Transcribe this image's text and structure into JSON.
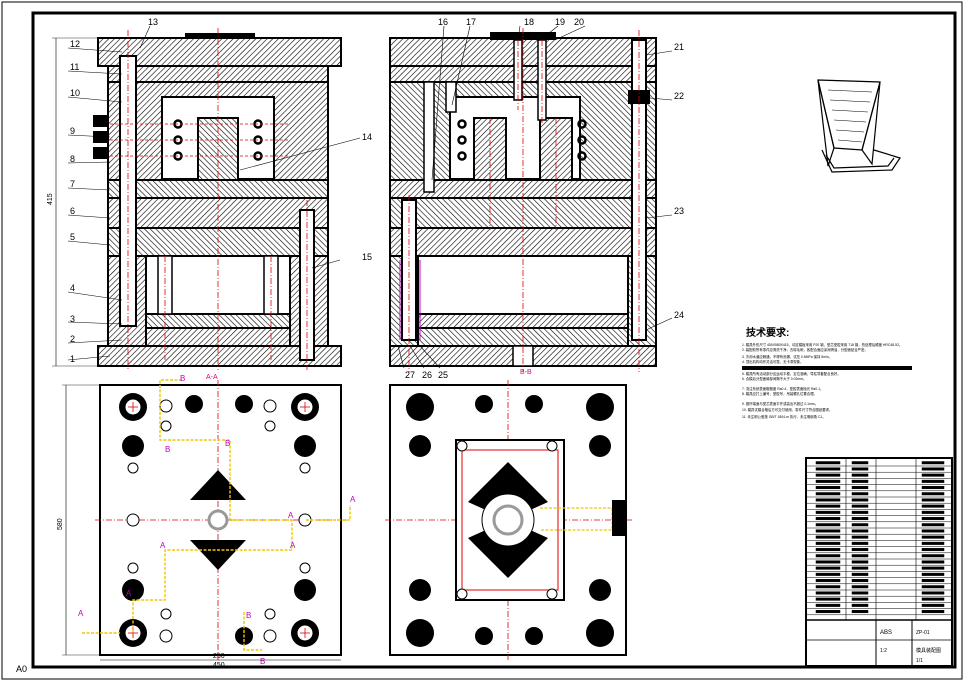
{
  "part_numbers_left": [
    "1",
    "2",
    "3",
    "4",
    "5",
    "6",
    "7",
    "8",
    "9",
    "10",
    "11",
    "12",
    "13"
  ],
  "part_numbers_top": [
    "14",
    "15",
    "16",
    "17",
    "18",
    "19",
    "20",
    "21",
    "22",
    "23",
    "24",
    "25",
    "26",
    "27"
  ],
  "section_labels": {
    "aa": "A-A",
    "bb": "B-B"
  },
  "plan_marks": {
    "a": "A",
    "b": "B"
  },
  "dimensions": {
    "height": "415",
    "width": "580",
    "bottom_width": "450",
    "bottom_width2": "250"
  },
  "technical_requirements": {
    "title": "技术要求:",
    "lines": [
      "1. 模具外形尺寸 450X580X415，动定模板采用 P20 钢，型芯型腔采用 718 钢，热处理后硬度 HRC48-52。",
      "2. 装配前所有零件应清洗干净，去除毛刺，各配合面应涂润滑油，分型面贴合严密。",
      "3. 冷却水道应畅通，不得有渗漏，试压 0.5MPa 保持 5min。",
      "4. 顶出机构动作灵活可靠，无卡滞现象。",
      "5. 模具所有活动部分应运动平稳，定位准确，导柱导套配合良好。",
      "6. 合模后分型面局部间隙不大于 0.02mm。",
      "7. 浇注系统表面粗糙度 Ra0.4，型腔表面抛光 Ra0.1。",
      "8. 模具应打上编号、型腔号，吊装螺孔位置合理。",
      "9. 推杆端面与型芯表面平齐或高出不超过 0.1mm。",
      "10. 模具试模合格后方可交付使用，零件尺寸符合图纸要求。",
      "11. 未注明公差按 GB/T 1804-m 执行，未注明倒角 C1。"
    ]
  },
  "title_block": {
    "material": "ABS",
    "drawing_name": "模具装配图",
    "drawing_no": "ZP-01",
    "scale": "1:2",
    "sheet": "1/1"
  },
  "sheet_corner": "A0",
  "colors": {
    "line": "#000000",
    "hatch": "#000000",
    "center": "#e00000",
    "section": "#e0007a",
    "cooling": "#f0c800",
    "mark": "#c000c0"
  }
}
